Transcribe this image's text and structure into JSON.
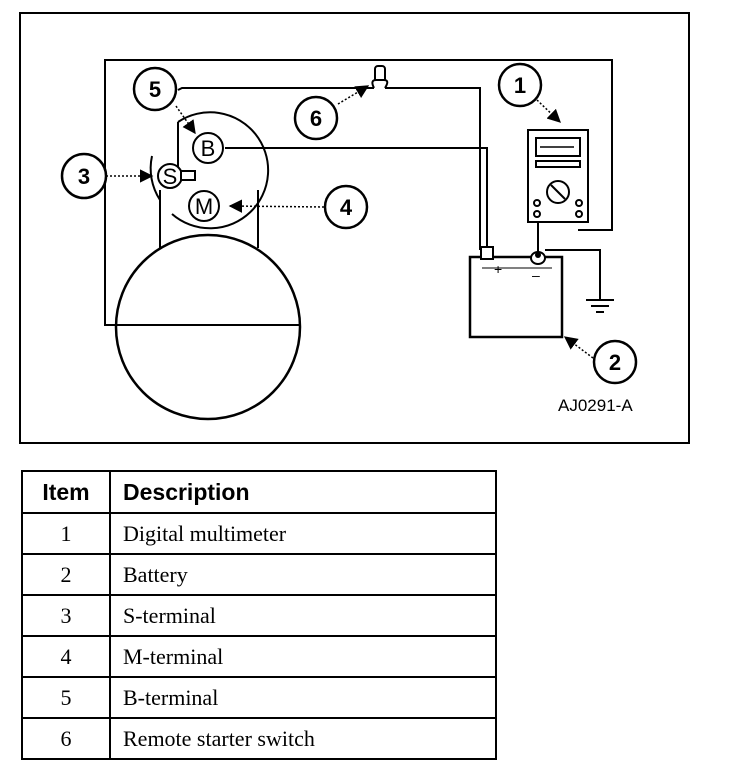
{
  "diagram": {
    "callouts": [
      {
        "id": "1",
        "label": "1"
      },
      {
        "id": "2",
        "label": "2"
      },
      {
        "id": "3",
        "label": "3"
      },
      {
        "id": "4",
        "label": "4"
      },
      {
        "id": "5",
        "label": "5"
      },
      {
        "id": "6",
        "label": "6"
      }
    ],
    "terminals": {
      "s": "S",
      "b": "B",
      "m": "M"
    },
    "battery_signs": {
      "plus": "+",
      "minus": "–"
    },
    "figure_id": "AJ0291-A"
  },
  "legend": {
    "headers": {
      "item": "Item",
      "description": "Description"
    },
    "rows": [
      {
        "item": "1",
        "description": "Digital multimeter"
      },
      {
        "item": "2",
        "description": "Battery"
      },
      {
        "item": "3",
        "description": "S-terminal"
      },
      {
        "item": "4",
        "description": "M-terminal"
      },
      {
        "item": "5",
        "description": "B-terminal"
      },
      {
        "item": "6",
        "description": "Remote starter switch"
      }
    ]
  }
}
